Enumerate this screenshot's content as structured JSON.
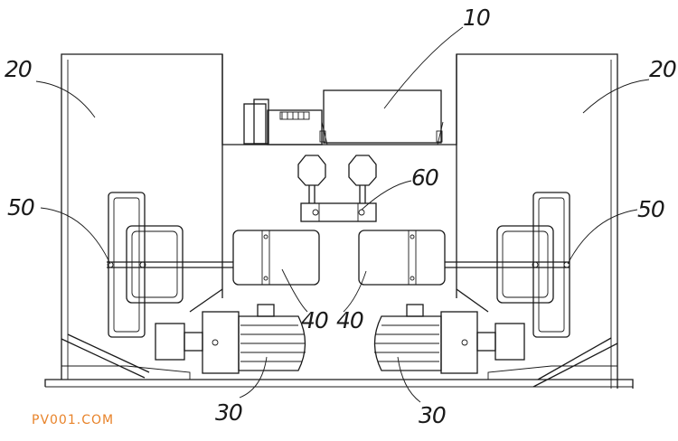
{
  "labels": {
    "upper_left": "20",
    "upper_right": "20",
    "top_center": "10",
    "mid_center": "60",
    "left_mid": "50",
    "right_mid": "50",
    "center_left": "40",
    "center_right": "40",
    "bottom_left": "30",
    "bottom_right": "30"
  },
  "watermark": "PV001.COM"
}
